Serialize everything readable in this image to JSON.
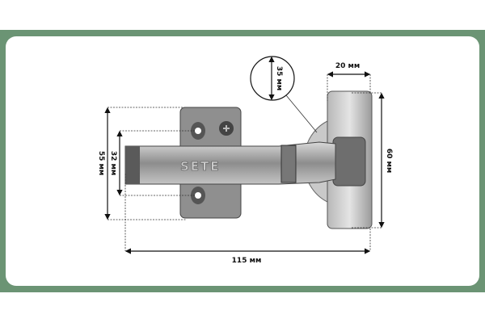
{
  "product": {
    "brand_marking": "SETE",
    "dimensions": {
      "total_length": "115 мм",
      "plate_height": "55 мм",
      "hole_spacing": "32 мм",
      "cup_diameter": "35 мм",
      "cup_plate_height": "60 мм",
      "cup_plate_width": "20 мм"
    }
  },
  "colors": {
    "frame": "#6b9474",
    "metal": "#9a9a9a"
  }
}
